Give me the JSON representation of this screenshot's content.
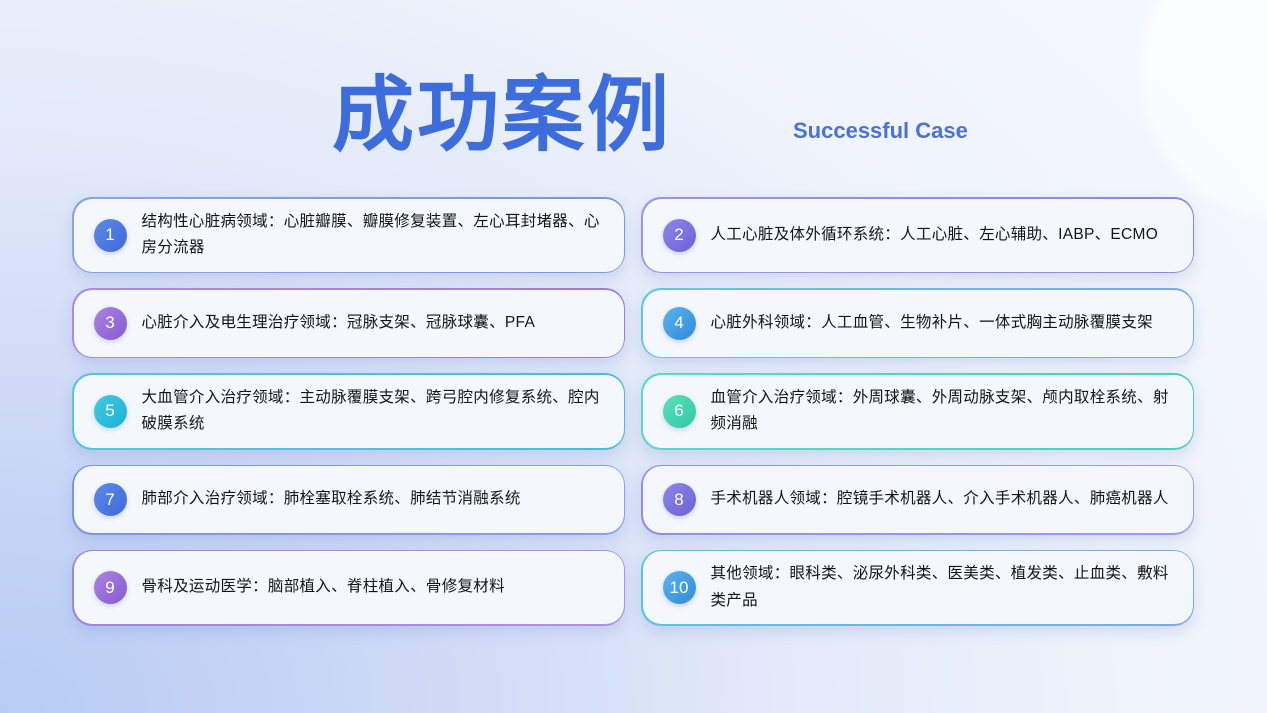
{
  "slide": {
    "title": "成功案例",
    "subtitle": "Successful Case",
    "title_color": "#3d6cdc",
    "subtitle_color": "#4a72d8",
    "background_colors": {
      "corner_blue": "#b7ccf4",
      "base_white": "#f4f7fd"
    }
  },
  "cases": [
    {
      "number": "1",
      "text": "结构性心脏病领域：心脏瓣膜、瓣膜修复装置、左心耳封堵器、心房分流器",
      "badge_from": "#5e8ae8",
      "badge_to": "#3f68d9",
      "border_from": "#87a3e8",
      "border_to": "#7d94de"
    },
    {
      "number": "2",
      "text": "人工心脏及体外循环系统：人工心脏、左心辅助、IABP、ECMO",
      "badge_from": "#8f86e8",
      "badge_to": "#6c61d9",
      "border_from": "#9d95e3",
      "border_to": "#9184de"
    },
    {
      "number": "3",
      "text": "心脏介入及电生理治疗领域：冠脉支架、冠脉球囊、PFA",
      "badge_from": "#ac84e4",
      "badge_to": "#8659cf",
      "border_from": "#ac8cdd",
      "border_to": "#9f7bd6"
    },
    {
      "number": "4",
      "text": "心脏外科领域：人工血管、生物补片、一体式胸主动脉覆膜支架",
      "badge_from": "#57b5ec",
      "badge_to": "#3389db",
      "border_from": "#66c6d9",
      "border_to": "#7ba7ea"
    },
    {
      "number": "5",
      "text": "大血管介入治疗领域：主动脉覆膜支架、跨弓腔内修复系统、腔内破膜系统",
      "badge_from": "#41cbe2",
      "badge_to": "#1fb0d6",
      "border_from": "#55c6db",
      "border_to": "#49bcd4"
    },
    {
      "number": "6",
      "text": "血管介入治疗领域：外周球囊、外周动脉支架、颅内取栓系统、射频消融",
      "badge_from": "#58e3bb",
      "badge_to": "#30c7a6",
      "border_from": "#5cd8c6",
      "border_to": "#4fcdbb"
    },
    {
      "number": "7",
      "text": "肺部介入治疗领域：肺栓塞取栓系统、肺结节消融系统",
      "badge_from": "#5e8ae8",
      "badge_to": "#3f68d9",
      "border_from": "#7d94de",
      "border_to": "#8aa0e5"
    },
    {
      "number": "8",
      "text": "手术机器人领域：腔镜手术机器人、介入手术机器人、肺癌机器人",
      "badge_from": "#8f86e8",
      "badge_to": "#6c61d9",
      "border_from": "#958ee0",
      "border_to": "#a29ae6"
    },
    {
      "number": "9",
      "text": "骨科及运动医学：脑部植入、脊柱植入、骨修复材料",
      "badge_from": "#ac84e4",
      "badge_to": "#8659cf",
      "border_from": "#a383db",
      "border_to": "#b08fe2"
    },
    {
      "number": "10",
      "text": "其他领域：眼科类、泌尿外科类、医美类、植发类、止血类、敷料类产品",
      "badge_from": "#57b5ec",
      "badge_to": "#3389db",
      "border_from": "#5bc4d8",
      "border_to": "#7fa9ea"
    }
  ]
}
